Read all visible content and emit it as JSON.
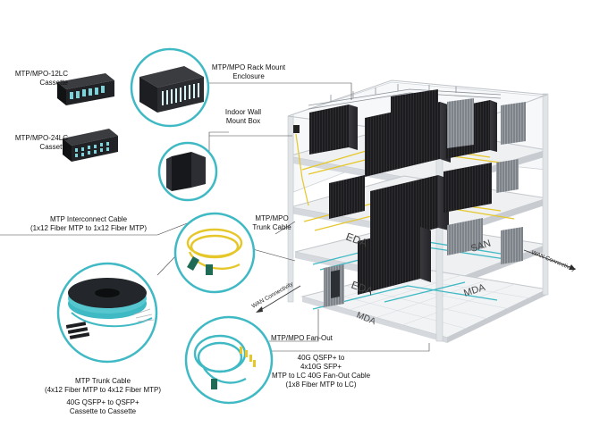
{
  "labels": {
    "cassette_12": [
      "MTP/MPO-12LC",
      "Cassette"
    ],
    "cassette_24": [
      "MTP/MPO-24LC",
      "Cassette"
    ],
    "rack_enclosure": [
      "MTP/MPO Rack Mount",
      "Enclosure"
    ],
    "wall_box": [
      "Indoor Wall",
      "Mount Box"
    ],
    "interconnect": [
      "MTP Interconnect Cable",
      "(1x12 Fiber MTP to 1x12 Fiber MTP)"
    ],
    "trunk_cable_side": [
      "MTP/MPO",
      "Trunk Cable"
    ],
    "trunk_cable_bottom": [
      "MTP Trunk Cable",
      "(4x12 Fiber MTP to 4x12 Fiber MTP)"
    ],
    "qsfp_cassette": [
      "40G QSFP+ to QSFP+",
      "Cassette to Cassette"
    ],
    "fanout": "MTP/MPO Fan-Out",
    "fanout_desc": [
      "40G QSFP+ to",
      "4x10G SFP+",
      "MTP to LC 40G Fan-Out Cable",
      "(1x8 Fiber MTP to LC)"
    ]
  },
  "zones": {
    "eda_upper": "EDA",
    "eda_lower": "EDA",
    "san": "SAN",
    "mda": "MDA",
    "mda_floor": "MDA"
  },
  "wan": {
    "left": "WAN Connectivity",
    "right": "WAN Connectivity"
  },
  "colors": {
    "aqua": "#3fb9c4",
    "yellow": "#e6c72a",
    "cabinet": "#1b1b1d",
    "floor": "#e9ecef",
    "accent_lines": "#333"
  }
}
